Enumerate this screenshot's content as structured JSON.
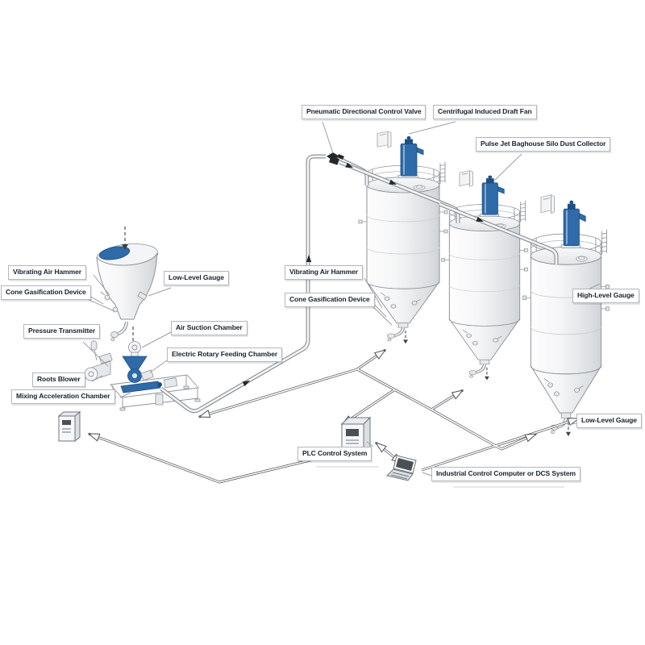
{
  "colors": {
    "accent_blue": "#2e6ba8",
    "blue_dark": "#1c4f85",
    "label_text": "#18222e"
  },
  "labels": [
    {
      "id": "pneumatic-directional-control-valve",
      "text": "Pneumatic Directional Control Valve"
    },
    {
      "id": "centrifugal-induced-draft-fan",
      "text": "Centrifugal Induced Draft Fan"
    },
    {
      "id": "pulse-jet-baghouse-silo-dust-collector",
      "text": "Pulse Jet Baghouse Silo Dust Collector"
    },
    {
      "id": "vibrating-air-hammer-left",
      "text": "Vibrating Air Hammer"
    },
    {
      "id": "low-level-gauge-left",
      "text": "Low-Level Gauge"
    },
    {
      "id": "cone-gasification-device-left",
      "text": "Cone Gasification Device"
    },
    {
      "id": "pressure-transmitter",
      "text": "Pressure Transmitter"
    },
    {
      "id": "air-suction-chamber",
      "text": "Air Suction Chamber"
    },
    {
      "id": "electric-rotary-feeding-chamber",
      "text": "Electric Rotary Feeding Chamber"
    },
    {
      "id": "roots-blower",
      "text": "Roots Blower"
    },
    {
      "id": "mixing-acceleration-chamber",
      "text": "Mixing Acceleration Chamber"
    },
    {
      "id": "vibrating-air-hammer-mid",
      "text": "Vibrating Air Hammer"
    },
    {
      "id": "cone-gasification-device-mid",
      "text": "Cone Gasification Device"
    },
    {
      "id": "high-level-gauge",
      "text": "High-Level Gauge"
    },
    {
      "id": "low-level-gauge-right",
      "text": "Low-Level Gauge"
    },
    {
      "id": "plc-control-system",
      "text": "PLC Control System"
    },
    {
      "id": "industrial-control-computer",
      "text": "Industrial Control Computer or DCS System"
    }
  ]
}
